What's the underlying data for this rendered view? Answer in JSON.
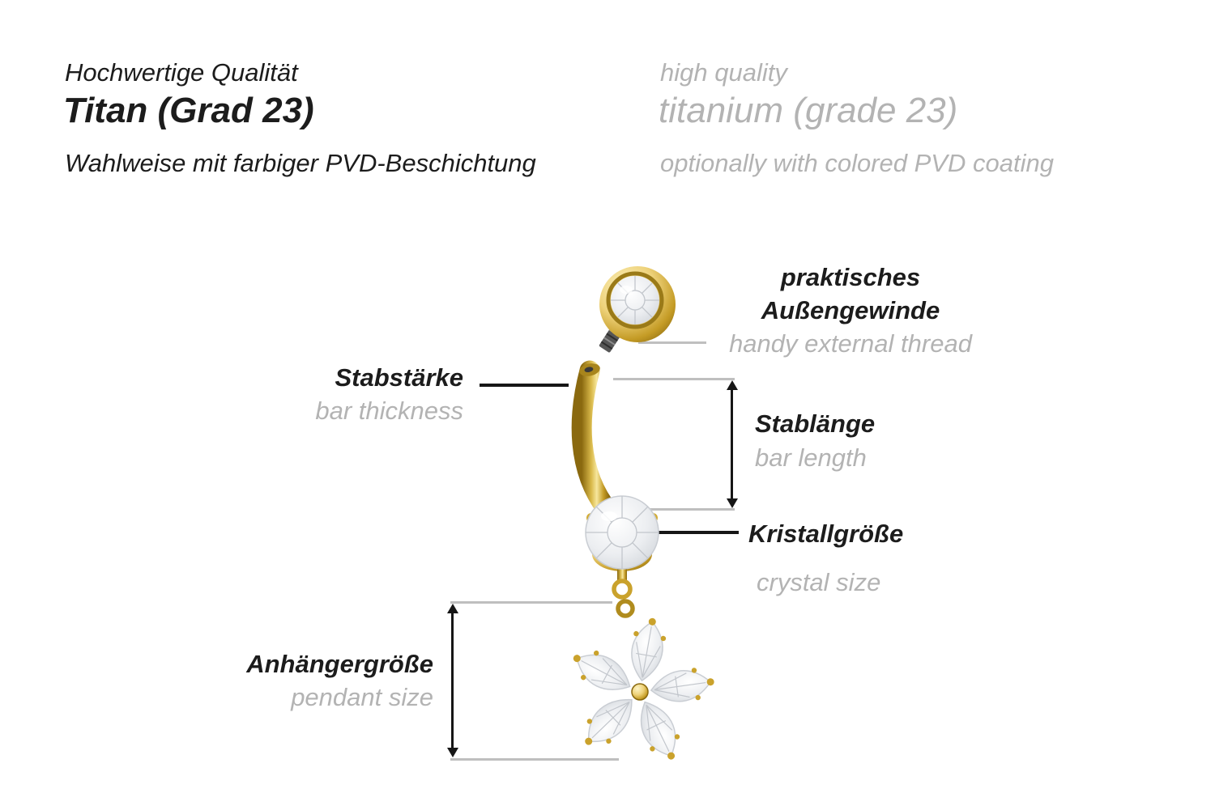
{
  "header": {
    "de": {
      "quality": "Hochwertige Qualität",
      "material": "Titan (Grad 23)",
      "coating": "Wahlweise mit farbiger PVD-Beschichtung"
    },
    "en": {
      "quality": "high quality",
      "material": "titanium (grade 23)",
      "coating": "optionally with colored PVD coating"
    }
  },
  "annotations": {
    "external_thread": {
      "de_line1": "praktisches",
      "de_line2": "Außengewinde",
      "en": "handy external thread"
    },
    "bar_thickness": {
      "de": "Stabstärke",
      "en": "bar thickness"
    },
    "bar_length": {
      "de": "Stablänge",
      "en": "bar length"
    },
    "crystal_size": {
      "de": "Kristallgröße",
      "en": "crystal size"
    },
    "pendant_size": {
      "de": "Anhängergröße",
      "en": "pendant size"
    }
  },
  "illustration": {
    "name": "gold-belly-button-piercing-with-crystal-flower-pendant"
  },
  "colors": {
    "gold": "#c9a22c",
    "text_black": "#1c1c1c",
    "text_gray": "#b3b3b3",
    "measure_gray": "#bfbfbf",
    "measure_black": "#161616"
  }
}
